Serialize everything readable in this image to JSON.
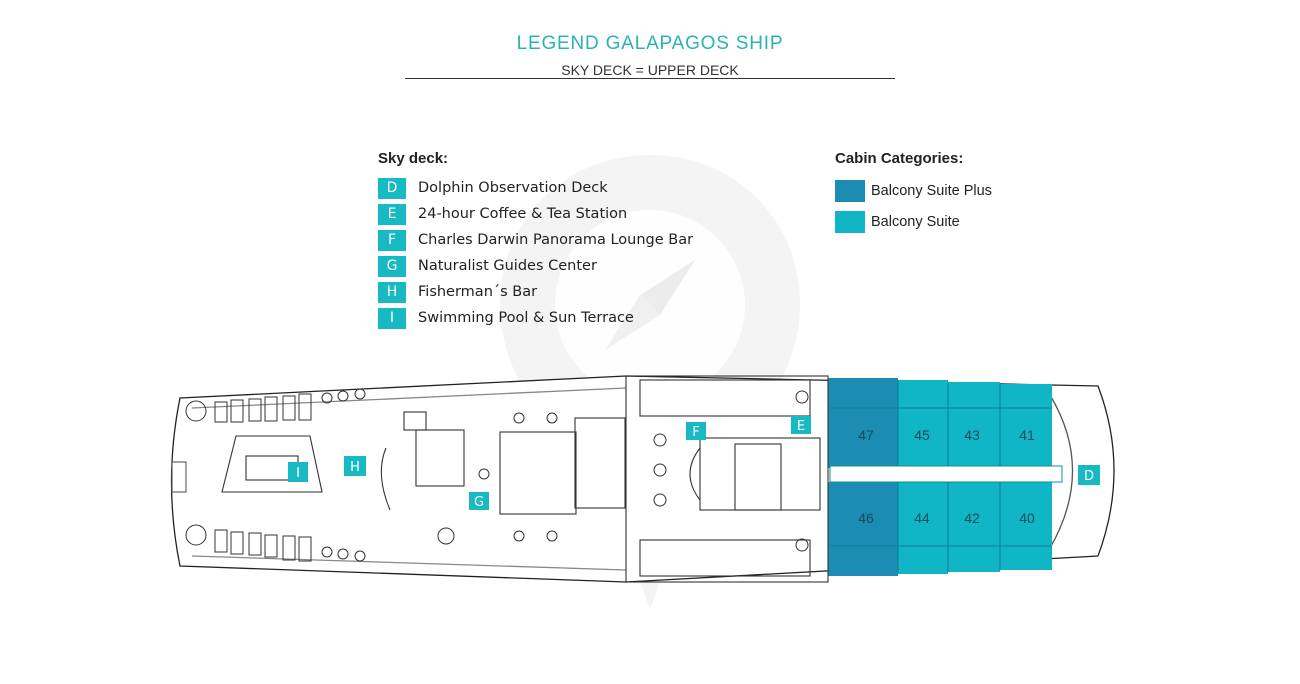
{
  "header": {
    "title": "LEGEND GALAPAGOS SHIP",
    "subtitle": "SKY DECK = UPPER DECK"
  },
  "legend": {
    "title": "Sky deck:",
    "items": [
      {
        "code": "D",
        "label": "Dolphin Observation Deck"
      },
      {
        "code": "E",
        "label": "24-hour Coffee & Tea Station"
      },
      {
        "code": "F",
        "label": "Charles Darwin Panorama Lounge Bar"
      },
      {
        "code": "G",
        "label": "Naturalist Guides Center"
      },
      {
        "code": "H",
        "label": "Fisherman´s Bar"
      },
      {
        "code": "I",
        "label": "Swimming Pool & Sun Terrace"
      }
    ]
  },
  "categories": {
    "title": "Cabin Categories:",
    "items": [
      {
        "label": "Balcony Suite Plus",
        "color": "#1b8db3"
      },
      {
        "label": "Balcony Suite",
        "color": "#10b6c6"
      }
    ]
  },
  "deck": {
    "markers": [
      "D",
      "E",
      "F",
      "G",
      "H",
      "I"
    ],
    "cabins_top": [
      "47",
      "45",
      "43",
      "41"
    ],
    "cabins_bottom": [
      "46",
      "44",
      "42",
      "40"
    ]
  }
}
